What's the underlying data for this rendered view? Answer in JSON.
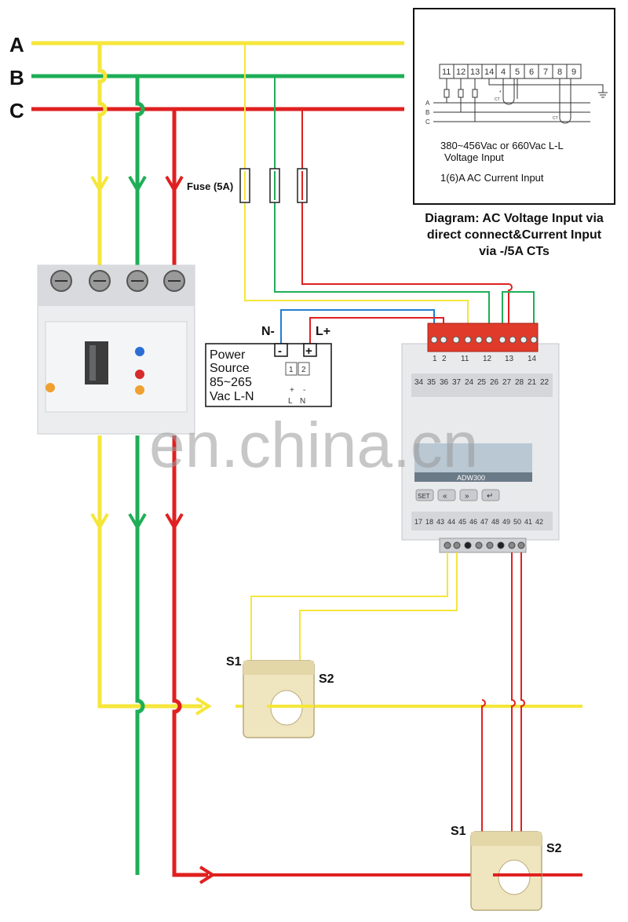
{
  "phases": {
    "a": "A",
    "b": "B",
    "c": "C"
  },
  "colors": {
    "phase_a": "#f5e63a",
    "phase_b": "#1fae57",
    "phase_c": "#e02020",
    "neutral": "#1f7fd0",
    "terminal_red": "#e03a2a"
  },
  "fuse": {
    "label": "Fuse (5A)"
  },
  "power": {
    "n_label": "N-",
    "l_label": "L+",
    "minus": "-",
    "plus": "+",
    "line1": "Power",
    "line2": "Source",
    "line3": "85~265",
    "line4": "Vac L-N",
    "term1": "1",
    "term2": "2",
    "sub_plus": "+",
    "sub_minus": "-",
    "sub_l": "L",
    "sub_n": "N"
  },
  "inset": {
    "terminals": [
      "11",
      "12",
      "13",
      "14",
      "4",
      "5",
      "6",
      "7",
      "8",
      "9"
    ],
    "rows": [
      "A",
      "B",
      "C"
    ],
    "ct1": "CT",
    "ct2": "CT",
    "dot": "*",
    "voltage_line1": "380~456Vac or 660Vac L-L",
    "voltage_line2": "Voltage Input",
    "current": "1(6)A AC Current Input"
  },
  "caption": {
    "line1": "Diagram: AC Voltage Input via",
    "line2": "direct connect&Current Input",
    "line3": "via -/5A CTs"
  },
  "meter": {
    "top_red_terms": [
      "1",
      "2",
      "11",
      "12",
      "13",
      "14"
    ],
    "row_top": [
      "34",
      "35",
      "36",
      "37",
      "24",
      "25",
      "26",
      "27",
      "28",
      "21",
      "22"
    ],
    "model": "ADW300",
    "buttons": [
      "SET",
      "«",
      "»",
      "↵"
    ],
    "row_bottom": [
      "17",
      "18",
      "43",
      "44",
      "45",
      "46",
      "47",
      "48",
      "49",
      "50",
      "41",
      "42"
    ]
  },
  "ct_upper": {
    "s1": "S1",
    "s2": "S2"
  },
  "ct_lower": {
    "s1": "S1",
    "s2": "S2"
  },
  "watermark": "en.china.cn"
}
